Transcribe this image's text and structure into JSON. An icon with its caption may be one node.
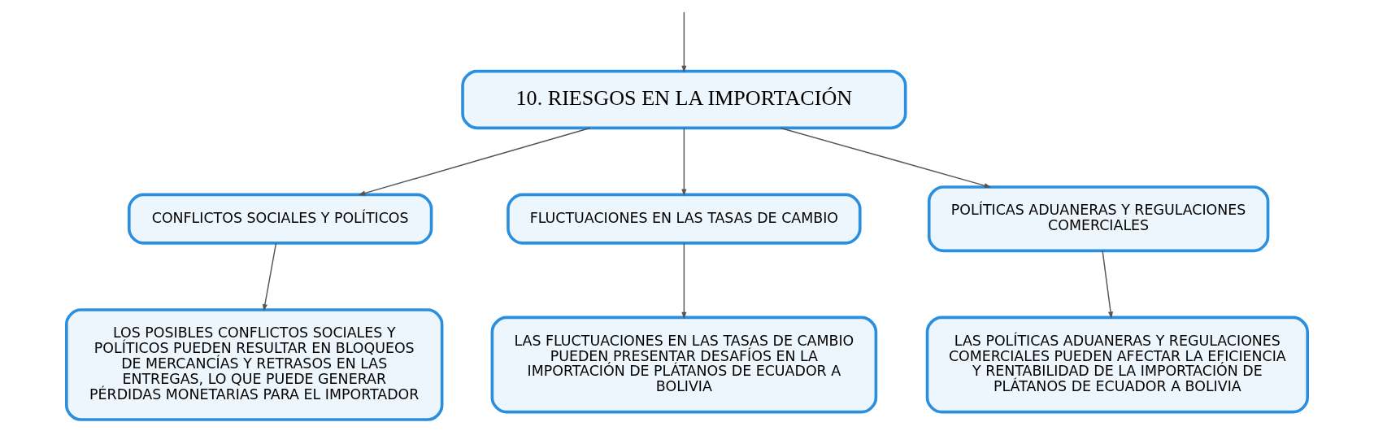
{
  "diagram": {
    "nodes": [
      {
        "text": [
          "10. RIESGOS EN LA IMPORTACIÓN"
        ]
      },
      {
        "text": [
          "CONFLICTOS SOCIALES Y POLÍTICOS"
        ]
      },
      {
        "text": [
          "FLUCTUACIONES EN LAS TASAS DE CAMBIO"
        ]
      },
      {
        "text": [
          "POLÍTICAS ADUANERAS Y REGULACIONES COMERCIALES"
        ]
      },
      {
        "text": [
          "LOS POSIBLES CONFLICTOS SOCIALES Y POLÍTICOS PUEDEN RESULTAR EN BLOQUEOS DE MERCANCÍAS Y RETRASOS EN LAS ENTREGAS, LO QUE PUEDE GENERAR PÉRDIDAS MONETARIAS PARA EL IMPORTADOR"
        ]
      },
      {
        "text": [
          "LAS FLUCTUACIONES EN LAS TASAS DE CAMBIO PUEDEN PRESENTAR DESAFÍOS EN LA IMPORTACIÓN DE PLÁTANOS DE ECUADOR A BOLIVIA"
        ]
      },
      {
        "text": [
          "LAS POLÍTICAS ADUANERAS Y REGULACIONES COMERCIALES PUEDEN AFECTAR LA EFICIENCIA Y RENTABILIDAD DE LA IMPORTACIÓN DE PLÁTANOS DE ECUADOR A BOLIVIA"
        ]
      }
    ],
    "edges": [
      {
        "from": null,
        "to": 0,
        "arrow": "to"
      },
      {
        "from": 0,
        "to": 1,
        "arrow": "to"
      },
      {
        "from": 0,
        "to": 2,
        "arrow": "to"
      },
      {
        "from": 0,
        "to": 3,
        "arrow": "to"
      },
      {
        "from": 1,
        "to": 4,
        "arrow": "to"
      },
      {
        "from": 2,
        "to": 5,
        "arrow": "to"
      },
      {
        "from": 3,
        "to": 6,
        "arrow": "to"
      }
    ]
  }
}
